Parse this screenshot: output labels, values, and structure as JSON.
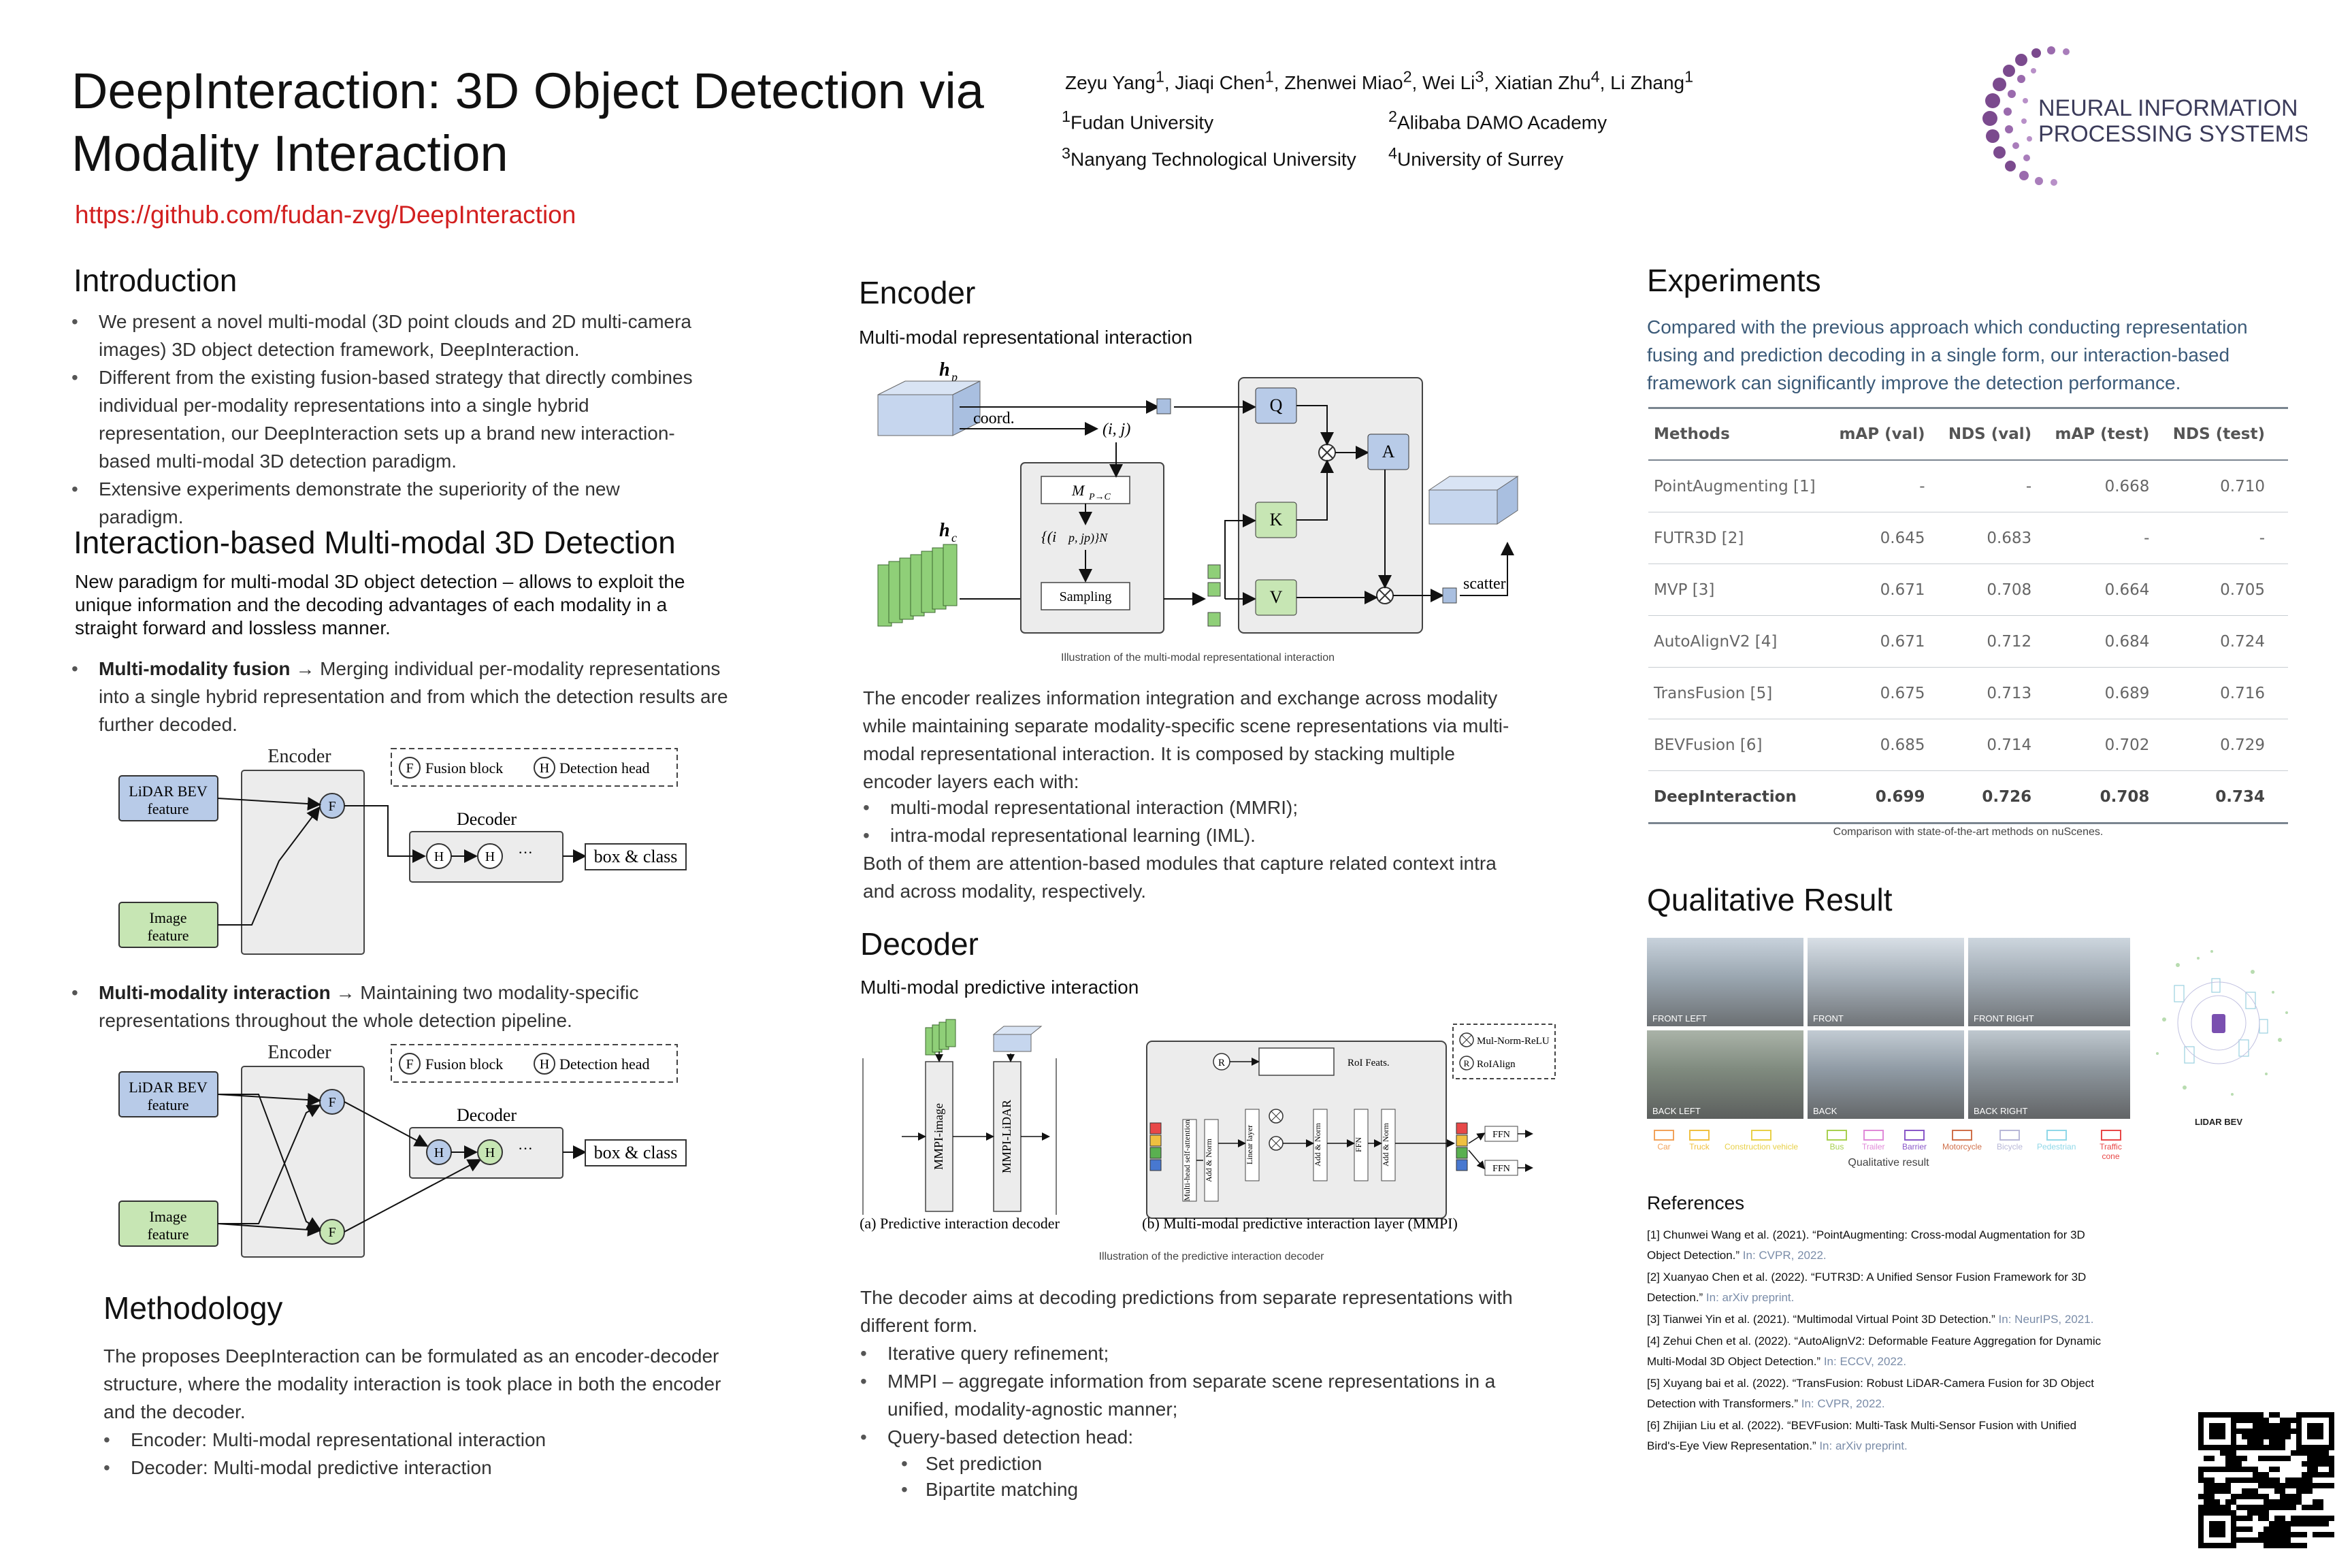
{
  "header": {
    "title": "DeepInteraction: 3D Object Detection via Modality Interaction",
    "link": "https://github.com/fudan-zvg/DeepInteraction",
    "authors": [
      {
        "name": "Zeyu Yang",
        "sup": "1"
      },
      {
        "name": "Jiaqi Chen",
        "sup": "1"
      },
      {
        "name": "Zhenwei Miao",
        "sup": "2"
      },
      {
        "name": "Wei Li",
        "sup": "3"
      },
      {
        "name": "Xiatian Zhu",
        "sup": "4"
      },
      {
        "name": "Li Zhang",
        "sup": "1"
      }
    ],
    "affiliations": [
      {
        "sup": "1",
        "name": "Fudan University"
      },
      {
        "sup": "2",
        "name": "Alibaba DAMO Academy"
      },
      {
        "sup": "3",
        "name": "Nanyang Technological University"
      },
      {
        "sup": "4",
        "name": "University of Surrey"
      }
    ],
    "logo_line1": "NEURAL INFORMATION",
    "logo_line2": "PROCESSING SYSTEMS"
  },
  "intro": {
    "heading": "Introduction",
    "bullets": [
      "We present a novel multi-modal (3D point clouds and 2D multi-camera images) 3D object detection framework, DeepInteraction.",
      "Different from the existing fusion-based strategy that directly combines individual per-modality representations into a single hybrid representation, our DeepInteraction sets up a brand new interaction-based multi-modal 3D detection paradigm.",
      "Extensive experiments demonstrate the superiority of the new paradigm."
    ]
  },
  "interaction": {
    "heading": "Interaction-based Multi-modal 3D Detection",
    "lead": "New paradigm for multi-modal 3D object detection – allows to exploit the unique information and the decoding advantages of each modality in a straight forward and lossless manner.",
    "fusion_title": "Multi-modality fusion",
    "fusion_text": "→ Merging individual per-modality representations into a single hybrid representation and from which the detection results are further decoded.",
    "interaction_title": "Multi-modality interaction",
    "interaction_text": "→ Maintaining two modality-specific representations throughout the whole detection pipeline.",
    "diagram": {
      "encoder": "Encoder",
      "decoder": "Decoder",
      "lidar": [
        "LiDAR BEV",
        "feature"
      ],
      "image": [
        "Image",
        "feature"
      ],
      "legend_fusion": "Fusion block",
      "legend_head": "Detection head",
      "box_class": "box & class",
      "F": "F",
      "H": "H",
      "dots": "···"
    }
  },
  "method": {
    "heading": "Methodology",
    "text": "The proposes DeepInteraction can be formulated as an encoder-decoder structure, where the modality interaction is took place in both the encoder and the decoder.",
    "bullets": [
      "Encoder: Multi-modal representational interaction",
      "Decoder: Multi-modal predictive interaction"
    ]
  },
  "encoder": {
    "heading": "Encoder",
    "subheading": "Multi-modal representational interaction",
    "caption": "Illustration of the multi-modal representational interaction",
    "diagram": {
      "hp": "h",
      "hp_sub": "p",
      "hc": "h",
      "hc_sub": "c",
      "coord": "coord.",
      "ij": "(i, j)",
      "M": "M",
      "M_sub": "P→C",
      "ipjp": "{(i",
      "ipjp_tail": "p, jp)}N",
      "sampling": "Sampling",
      "Q": "Q",
      "K": "K",
      "V": "V",
      "A": "A",
      "scatter": "scatter"
    },
    "text": "The encoder realizes information integration and exchange across modality while maintaining separate modality-specific scene representations via multi-modal representational interaction. It is composed by stacking multiple encoder layers each with:",
    "bullets": [
      "multi-modal representational interaction (MMRI);",
      "intra-modal representational learning (IML)."
    ],
    "text2": "Both of them are attention-based modules that capture related context intra and across modality, respectively."
  },
  "decoder": {
    "heading": "Decoder",
    "subheading": "Multi-modal predictive interaction",
    "caption": "Illustration of the predictive interaction decoder",
    "diagram": {
      "cap_a": "(a) Predictive interaction decoder",
      "cap_b": "(b) Multi-modal predictive interaction layer (MMPI)",
      "mmpi_image": "MMPI-image",
      "mmpi_lidar": "MMPI-LiDAR",
      "mha": "Multi-head self-attention",
      "addnorm": "Add & Norm",
      "linear": "Linear layer",
      "ffn": "FFN",
      "roi": "RoI Feats.",
      "legend_mul": "Mul-Norm-ReLU",
      "legend_roi": "RoIAlign",
      "R": "R"
    },
    "text": "The decoder aims at decoding predictions from separate representations with different form.",
    "bullets": [
      "Iterative query refinement;",
      "MMPI – aggregate information from separate scene representations in a unified, modality-agnostic manner;",
      "Query-based detection head:"
    ],
    "sub_bullets": [
      "Set prediction",
      "Bipartite matching"
    ]
  },
  "experiments": {
    "heading": "Experiments",
    "text": "Compared with the previous approach which conducting representation fusing and prediction decoding in a single form, our interaction-based framework can significantly improve the detection performance.",
    "table": {
      "headers": [
        "Methods",
        "mAP (val)",
        "NDS (val)",
        "mAP (test)",
        "NDS (test)"
      ],
      "rows": [
        [
          "PointAugmenting [1]",
          "-",
          "-",
          "0.668",
          "0.710"
        ],
        [
          "FUTR3D [2]",
          "0.645",
          "0.683",
          "-",
          "-"
        ],
        [
          "MVP [3]",
          "0.671",
          "0.708",
          "0.664",
          "0.705"
        ],
        [
          "AutoAlignV2 [4]",
          "0.671",
          "0.712",
          "0.684",
          "0.724"
        ],
        [
          "TransFusion [5]",
          "0.675",
          "0.713",
          "0.689",
          "0.716"
        ],
        [
          "BEVFusion [6]",
          "0.685",
          "0.714",
          "0.702",
          "0.729"
        ],
        [
          "DeepInteraction",
          "0.699",
          "0.726",
          "0.708",
          "0.734"
        ]
      ]
    },
    "caption": "Comparison with state-of-the-art methods on nuScenes."
  },
  "qualitative": {
    "heading": "Qualitative Result",
    "cams": [
      "FRONT LEFT",
      "FRONT",
      "FRONT RIGHT",
      "BACK LEFT",
      "BACK",
      "BACK RIGHT"
    ],
    "lidar_label": "LIDAR BEV",
    "legend": [
      {
        "label": "Car",
        "color": "#f2a25a"
      },
      {
        "label": "Truck",
        "color": "#f0c040"
      },
      {
        "label": "Construction vehicle",
        "color": "#e8d048"
      },
      {
        "label": "Bus",
        "color": "#a8d050"
      },
      {
        "label": "Trailer",
        "color": "#e08ad8"
      },
      {
        "label": "Barrier",
        "color": "#8a58c8"
      },
      {
        "label": "Motorcycle",
        "color": "#d0704a"
      },
      {
        "label": "Bicycle",
        "color": "#b8b8d8"
      },
      {
        "label": "Pedestrian",
        "color": "#90d8e8"
      },
      {
        "label": "Traffic cone",
        "color": "#e84848"
      }
    ],
    "caption": "Qualitative result"
  },
  "references": {
    "heading": "References",
    "items": [
      {
        "main": "[1] Chunwei Wang et al. (2021). “PointAugmenting: Cross-modal Augmentation for 3D Object Detection.”",
        "venue": " In: CVPR, 2022."
      },
      {
        "main": "[2] Xuanyao Chen et al. (2022). “FUTR3D: A Unified Sensor Fusion Framework for 3D Detection.”",
        "venue": " In: arXiv preprint."
      },
      {
        "main": "[3] Tianwei Yin et al. (2021). “Multimodal Virtual Point 3D Detection.”",
        "venue": " In: NeurIPS, 2021."
      },
      {
        "main": "[4] Zehui Chen et al. (2022). “AutoAlignV2: Deformable Feature Aggregation for Dynamic Multi-Modal 3D Object Detection.”",
        "venue": " In: ECCV, 2022."
      },
      {
        "main": "[5] Xuyang bai et al. (2022). “TransFusion: Robust LiDAR-Camera Fusion for 3D Object Detection with Transformers.”",
        "venue": " In: CVPR, 2022."
      },
      {
        "main": "[6] Zhijian Liu et al. (2022). “BEVFusion: Multi-Task Multi-Sensor Fusion with Unified Bird's-Eye View Representation.”",
        "venue": " In: arXiv preprint."
      }
    ]
  }
}
